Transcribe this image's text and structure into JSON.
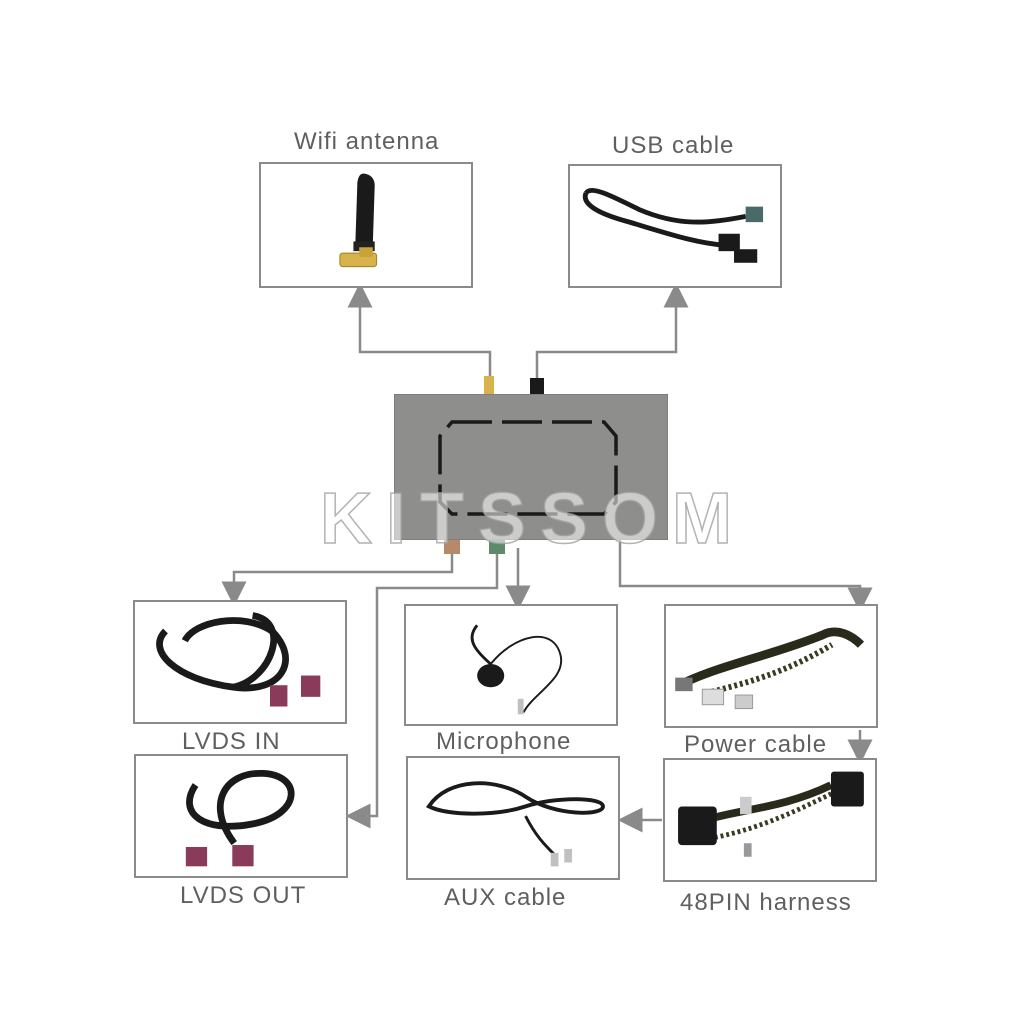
{
  "labels": {
    "wifi": "Wifi antenna",
    "usb": "USB cable",
    "lvds_in": "LVDS IN",
    "microphone": "Microphone",
    "power": "Power cable",
    "lvds_out": "LVDS OUT",
    "aux": "AUX cable",
    "harness": "48PIN harness"
  },
  "watermark": "KITSSOM",
  "colors": {
    "box_border": "#8a8a8a",
    "arrow": "#8a8a8a",
    "unit_body": "#8e8e8c",
    "connector_pink": "#8a3b5a",
    "antenna_gold": "#d8b24a",
    "cable_black": "#1a1a1a"
  }
}
